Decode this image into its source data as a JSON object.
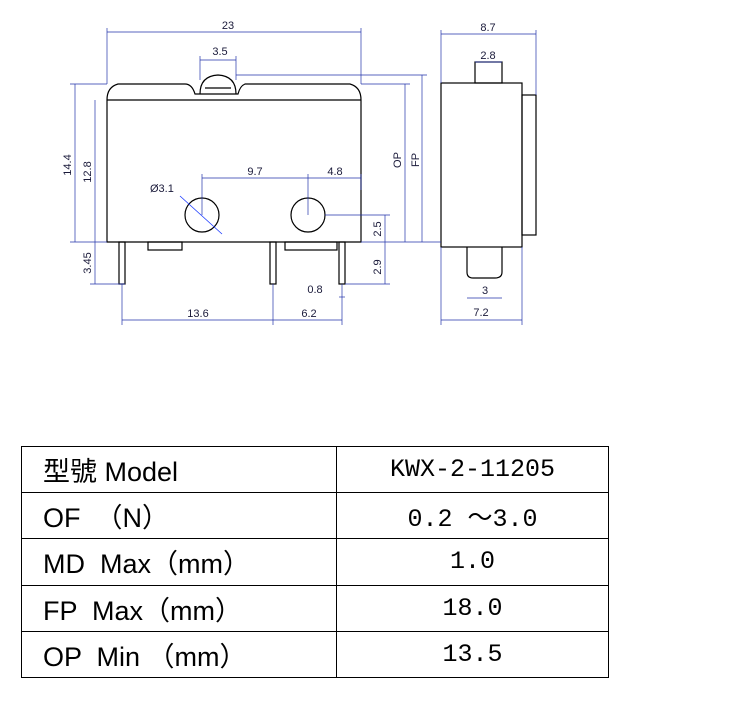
{
  "drawing": {
    "dims": {
      "width_total": "23",
      "lever_width": "3.5",
      "side_width": "8.7",
      "side_plunger": "2.8",
      "height_total": "14.4",
      "height_body": "12.8",
      "op_label": "OP",
      "fp_label": "FP",
      "hole_dia": "Ø3.1",
      "hole_spacing": "9.7",
      "hole_edge": "4.8",
      "hole_height": "2.5",
      "pin_length": "3.45",
      "pin_height": "2.9",
      "pin_thickness": "0.8",
      "pin_spacing_1": "13.6",
      "pin_spacing_2": "6.2",
      "side_terminal": "3",
      "side_width_bottom": "7.2"
    }
  },
  "spec_table": {
    "rows": [
      {
        "label": "型號 Model",
        "value": "KWX-2-11205"
      },
      {
        "label": "OF  （N）",
        "value": "0.2 ～3.0"
      },
      {
        "label": "MD  Max（mm）",
        "value": "1.0"
      },
      {
        "label": "FP  Max（mm）",
        "value": "18.0"
      },
      {
        "label": "OP  Min （mm）",
        "value": "13.5"
      }
    ]
  }
}
